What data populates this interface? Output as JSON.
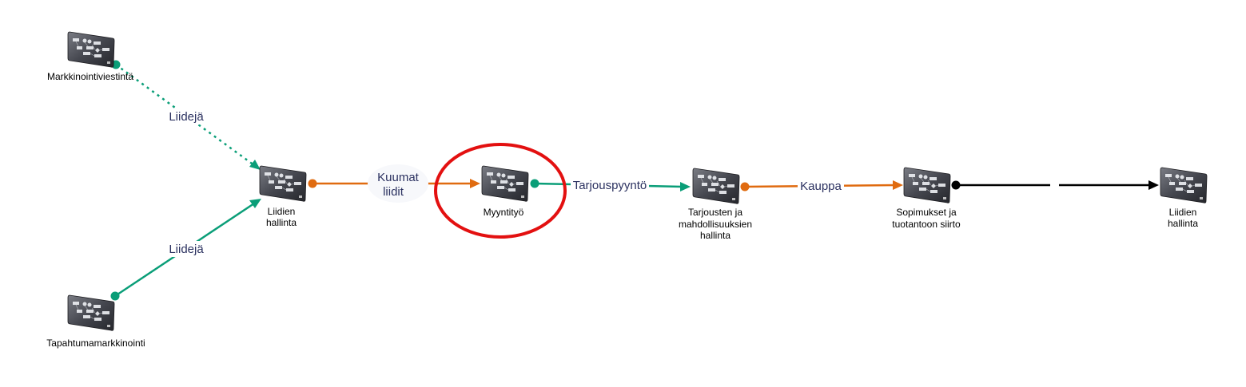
{
  "nodes": [
    {
      "id": "markkinointi",
      "lines": [
        "Markkinointiviestintä"
      ]
    },
    {
      "id": "tapahtuma",
      "lines": [
        "Tapahtumamarkkinointi"
      ]
    },
    {
      "id": "liidien1",
      "lines": [
        "Liidien",
        "hallinta"
      ]
    },
    {
      "id": "myynti",
      "lines": [
        "Myyntityö"
      ]
    },
    {
      "id": "tarjousten",
      "lines": [
        "Tarjousten ja",
        "mahdollisuuksien",
        "hallinta"
      ]
    },
    {
      "id": "sopimukset",
      "lines": [
        "Sopimukset ja",
        "tuotantoon siirto"
      ]
    },
    {
      "id": "liidien2",
      "lines": [
        "Liidien",
        "hallinta"
      ]
    }
  ],
  "edges": [
    {
      "from": "markkinointi",
      "to": "liidien1",
      "label": [
        "Liidejä"
      ],
      "style": "dotted",
      "color": "#0a9e78"
    },
    {
      "from": "tapahtuma",
      "to": "liidien1",
      "label": [
        "Liidejä"
      ],
      "style": "solid",
      "color": "#0a9e78"
    },
    {
      "from": "liidien1",
      "to": "myynti",
      "label": [
        "Kuumat",
        "liidit"
      ],
      "style": "solid",
      "color": "#e06b10"
    },
    {
      "from": "myynti",
      "to": "tarjousten",
      "label": [
        "Tarjouspyyntö"
      ],
      "style": "solid",
      "color": "#0a9e78"
    },
    {
      "from": "tarjousten",
      "to": "sopimukset",
      "label": [
        "Kauppa"
      ],
      "style": "solid",
      "color": "#e06b10"
    },
    {
      "from": "sopimukset",
      "to": "liidien2",
      "label": [],
      "style": "solid",
      "color": "#000000"
    }
  ],
  "highlight": {
    "node": "myynti",
    "color": "#e31010"
  }
}
